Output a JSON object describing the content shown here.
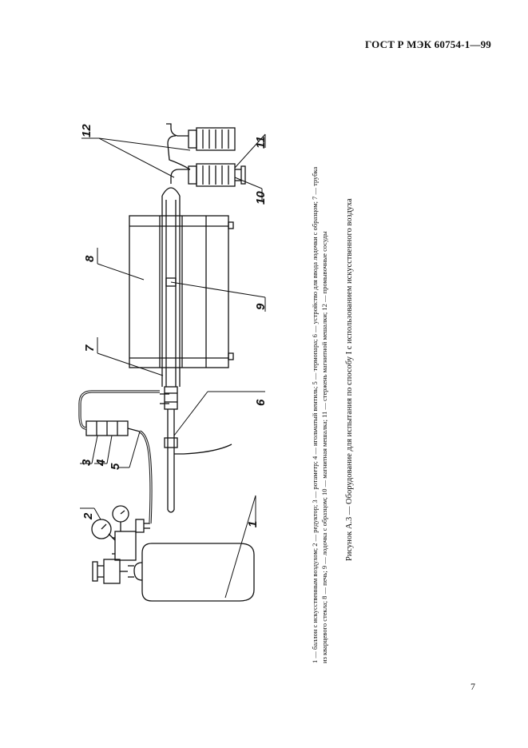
{
  "document": {
    "header": "ГОСТ Р МЭК 60754-1—99",
    "page_number": "7",
    "legend_line1": "1 — баллон с искусственным воздухом; 2 — редуктор; 3 — ротаметр; 4 — игольчатый вентиль; 5 — термопара; 6 — устройство для ввода лодочки с образцом; 7 — трубка",
    "legend_line2": "из кварцевого стекла; 8 — печь; 9 — лодочка с образцом; 10 — магнитная мешалка; 11 — стержень магнитной мешалки; 12 — промывочные сосуды",
    "caption": "Рисунок А.3 — Оборудование для испытания по способу I с использованием искусственного воздуха"
  },
  "figure": {
    "labels": {
      "l1": "1",
      "l2": "2",
      "l3": "3",
      "l4": "4",
      "l5": "5",
      "l6": "6",
      "l7": "7",
      "l8": "8",
      "l9": "9",
      "l10": "10",
      "l11": "11",
      "l12": "12"
    }
  }
}
